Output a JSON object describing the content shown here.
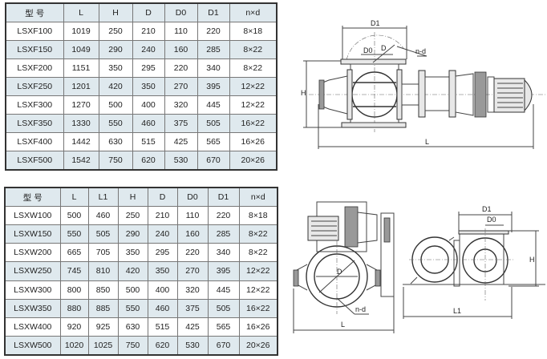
{
  "table_lsxf": {
    "headers": [
      "型  号",
      "L",
      "H",
      "D",
      "D0",
      "D1",
      "n×d"
    ],
    "rows": [
      [
        "LSXF100",
        "1019",
        "250",
        "210",
        "110",
        "220",
        "8×18"
      ],
      [
        "LSXF150",
        "1049",
        "290",
        "240",
        "160",
        "285",
        "8×22"
      ],
      [
        "LSXF200",
        "1151",
        "350",
        "295",
        "220",
        "340",
        "8×22"
      ],
      [
        "LSXF250",
        "1201",
        "420",
        "350",
        "270",
        "395",
        "12×22"
      ],
      [
        "LSXF300",
        "1270",
        "500",
        "400",
        "320",
        "445",
        "12×22"
      ],
      [
        "LSXF350",
        "1330",
        "550",
        "460",
        "375",
        "505",
        "16×22"
      ],
      [
        "LSXF400",
        "1442",
        "630",
        "515",
        "425",
        "565",
        "16×26"
      ],
      [
        "LSXF500",
        "1542",
        "750",
        "620",
        "530",
        "670",
        "20×26"
      ]
    ]
  },
  "table_lsxw": {
    "headers": [
      "型  号",
      "L",
      "L1",
      "H",
      "D",
      "D0",
      "D1",
      "n×d"
    ],
    "rows": [
      [
        "LSXW100",
        "500",
        "460",
        "250",
        "210",
        "110",
        "220",
        "8×18"
      ],
      [
        "LSXW150",
        "550",
        "505",
        "290",
        "240",
        "160",
        "285",
        "8×22"
      ],
      [
        "LSXW200",
        "665",
        "705",
        "350",
        "295",
        "220",
        "340",
        "8×22"
      ],
      [
        "LSXW250",
        "745",
        "810",
        "420",
        "350",
        "270",
        "395",
        "12×22"
      ],
      [
        "LSXW300",
        "800",
        "850",
        "500",
        "400",
        "320",
        "445",
        "12×22"
      ],
      [
        "LSXW350",
        "880",
        "885",
        "550",
        "460",
        "375",
        "505",
        "16×22"
      ],
      [
        "LSXW400",
        "920",
        "925",
        "630",
        "515",
        "425",
        "565",
        "16×26"
      ],
      [
        "LSXW500",
        "1020",
        "1025",
        "750",
        "620",
        "530",
        "670",
        "20×26"
      ]
    ]
  },
  "drawing_lsxf": {
    "d1": "D1",
    "d0": "D0",
    "d": "D",
    "nd": "n-d",
    "h": "H",
    "l": "L"
  },
  "drawing_lsxw": {
    "d": "D",
    "nd": "n-d",
    "l": "L",
    "d1": "D1",
    "d0": "D0",
    "h": "H",
    "l1": "L1"
  }
}
